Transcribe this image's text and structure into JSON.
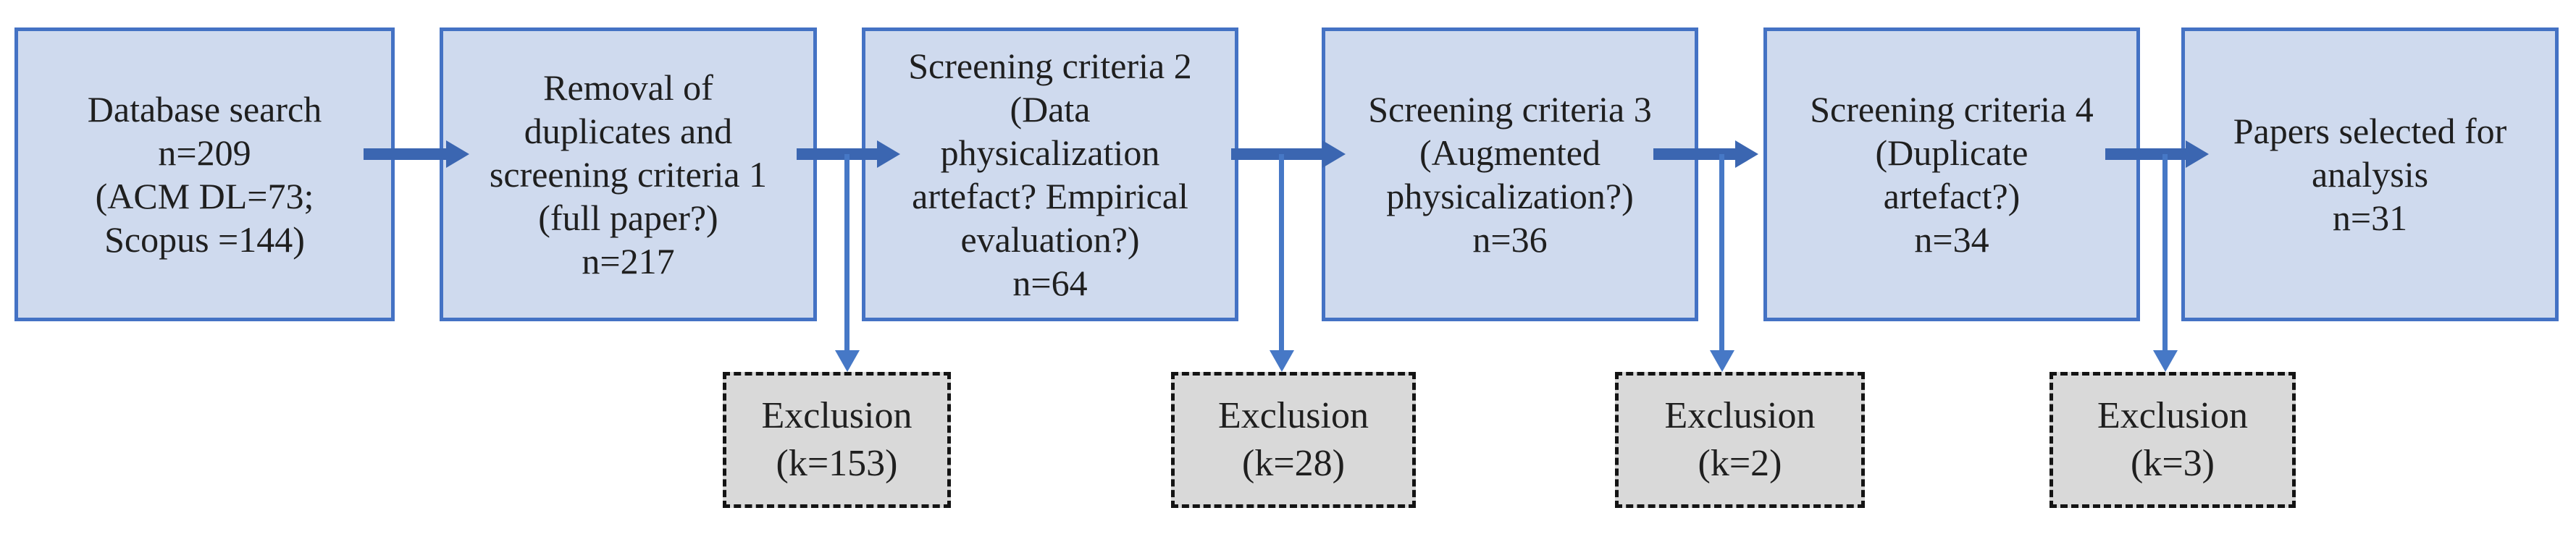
{
  "diagram": {
    "type": "flowchart",
    "description": "Paper screening / selection process flow",
    "colors": {
      "stage_fill": "#CFDAEE",
      "stage_border": "#4472C4",
      "flow_arrow": "#3B66B1",
      "drop_arrow": "#4678C6",
      "exclusion_fill": "#D9D9D9",
      "exclusion_border": "#141414",
      "text": "#1F1F1F",
      "background": "#FFFFFF"
    },
    "stages": [
      {
        "id": 1,
        "n": 209,
        "text": "Database search\nn=209\n(ACM DL=73;\nScopus =144)"
      },
      {
        "id": 2,
        "n": 217,
        "text": "Removal of\nduplicates and\nscreening criteria 1\n(full paper?)\nn=217"
      },
      {
        "id": 3,
        "n": 64,
        "text": "Screening criteria 2\n(Data\nphysicalization\nartefact? Empirical\nevaluation?)\nn=64"
      },
      {
        "id": 4,
        "n": 36,
        "text": "Screening criteria 3\n(Augmented\nphysicalization?)\nn=36"
      },
      {
        "id": 5,
        "n": 34,
        "text": "Screening criteria 4\n(Duplicate\nartefact?)\nn=34"
      },
      {
        "id": 6,
        "n": 31,
        "text": "Papers selected for\nanalysis\nn=31"
      }
    ],
    "exclusions": [
      {
        "id": 1,
        "k": 153,
        "after_stage": 2,
        "text": "Exclusion\n(k=153)"
      },
      {
        "id": 2,
        "k": 28,
        "after_stage": 3,
        "text": "Exclusion\n(k=28)"
      },
      {
        "id": 3,
        "k": 2,
        "after_stage": 4,
        "text": "Exclusion\n(k=2)"
      },
      {
        "id": 4,
        "k": 3,
        "after_stage": 5,
        "text": "Exclusion\n(k=3)"
      }
    ],
    "flow": [
      "stage-1 -> stage-2",
      "stage-2 -> stage-3",
      "stage-3 -> stage-4",
      "stage-4 -> stage-5",
      "stage-5 -> stage-6",
      "stage-2/3 link -> exclusion-1",
      "stage-3/4 link -> exclusion-2",
      "stage-4/5 link -> exclusion-3",
      "stage-5/6 link -> exclusion-4"
    ]
  }
}
